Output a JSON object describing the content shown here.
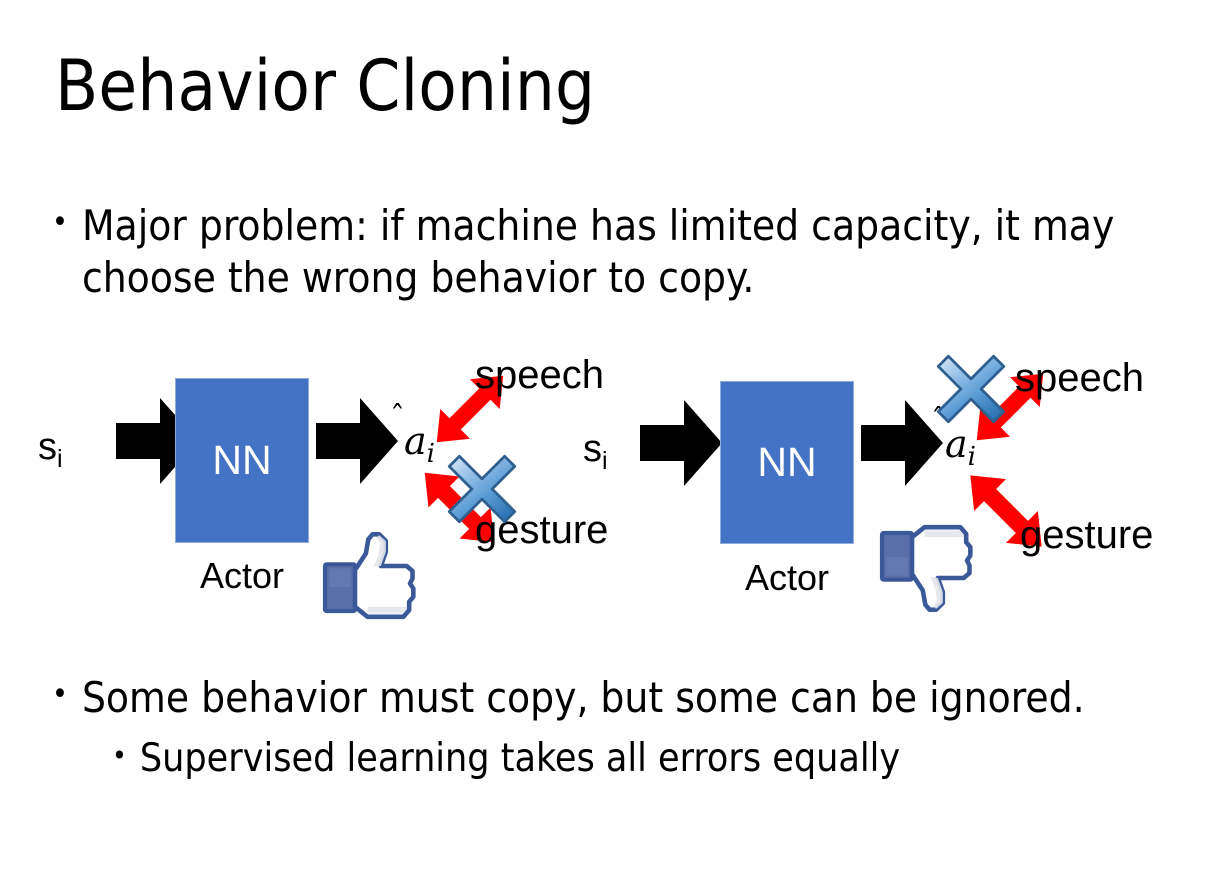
{
  "slide": {
    "title": "Behavior Cloning",
    "background_color": "#FFFFFF",
    "bullet_char": "•"
  },
  "bullets": {
    "top": "Major problem: if machine has limited capacity, it may choose the wrong behavior to copy.",
    "bottom_level1": "Some behavior must copy, but some can be ignored.",
    "bottom_level2": "Supervised learning takes all errors equally"
  },
  "colors": {
    "nn_box_fill": "#4472C4",
    "nn_box_border": "#8FAADC",
    "nn_text": "#FFFFFF",
    "block_arrow": "#000000",
    "red_arrow": "#FF0000",
    "blue_x_light": "#BDD7F0",
    "blue_x_mid": "#5B9BD5",
    "blue_x_dark": "#2E75B6",
    "blue_x_outline": "#1F4E79",
    "thumb_outline": "#3B5998",
    "thumb_cuff": "#5A6FA8",
    "thumb_fill": "#FFFFFF",
    "thumb_shadow": "#E4E6EB",
    "text": "#000000"
  },
  "diagrams": [
    {
      "id": "left",
      "state_label": "s",
      "state_subscript": "i",
      "nn_label": "NN",
      "actor_label": "Actor",
      "action_label": "a",
      "action_subscript": "i",
      "action_hat": true,
      "outputs": [
        {
          "name": "speech",
          "direction": "up-right",
          "crossed_out": false
        },
        {
          "name": "gesture",
          "direction": "down-right",
          "crossed_out": true
        }
      ],
      "feedback_icon": "thumbs-up-icon",
      "feedback_sentiment": "positive"
    },
    {
      "id": "right",
      "state_label": "s",
      "state_subscript": "i",
      "nn_label": "NN",
      "actor_label": "Actor",
      "action_label": "a",
      "action_subscript": "i",
      "action_hat": true,
      "outputs": [
        {
          "name": "speech",
          "direction": "up-right",
          "crossed_out": true
        },
        {
          "name": "gesture",
          "direction": "down-right",
          "crossed_out": false
        }
      ],
      "feedback_icon": "thumbs-down-icon",
      "feedback_sentiment": "negative"
    }
  ],
  "icons": {
    "block_arrow": "right-block-arrow-icon",
    "double_arrow": "red-double-headed-arrow-icon",
    "cross": "blue-x-cross-icon",
    "thumbs_up": "thumbs-up-icon",
    "thumbs_down": "thumbs-down-icon"
  }
}
